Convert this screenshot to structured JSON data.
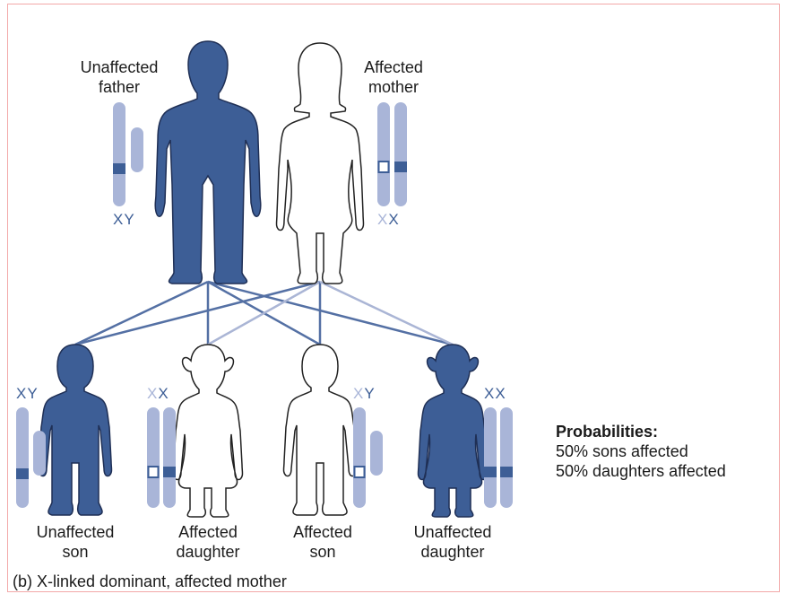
{
  "colors": {
    "affected_fill": "#3d5e96",
    "unaffected_fill": "#ffffff",
    "chromosome": "#a9b5d8",
    "allele_dark": "#3d5e96",
    "line_dark": "#5470a4",
    "line_light": "#aab5d5",
    "x_dim": "#a9b5d8",
    "x_bold": "#3d5e96"
  },
  "parents": {
    "father": {
      "line1": "Unaffected",
      "line2": "father",
      "chrom_x": "X",
      "chrom_y": "Y"
    },
    "mother": {
      "line1": "Affected",
      "line2": "mother",
      "chrom_x1": "X",
      "chrom_x2": "X"
    }
  },
  "children": [
    {
      "line1": "Unaffected",
      "line2": "son",
      "c1": "X",
      "c2": "Y"
    },
    {
      "line1": "Affected",
      "line2": "daughter",
      "c1": "X",
      "c2": "X"
    },
    {
      "line1": "Affected",
      "line2": "son",
      "c1": "X",
      "c2": "Y"
    },
    {
      "line1": "Unaffected",
      "line2": "daughter",
      "c1": "X",
      "c2": "X"
    }
  ],
  "probabilities": {
    "heading": "Probabilities:",
    "sons": "50% sons affected",
    "daughters": "50% daughters affected"
  },
  "caption": "(b) X-linked dominant, affected mother"
}
